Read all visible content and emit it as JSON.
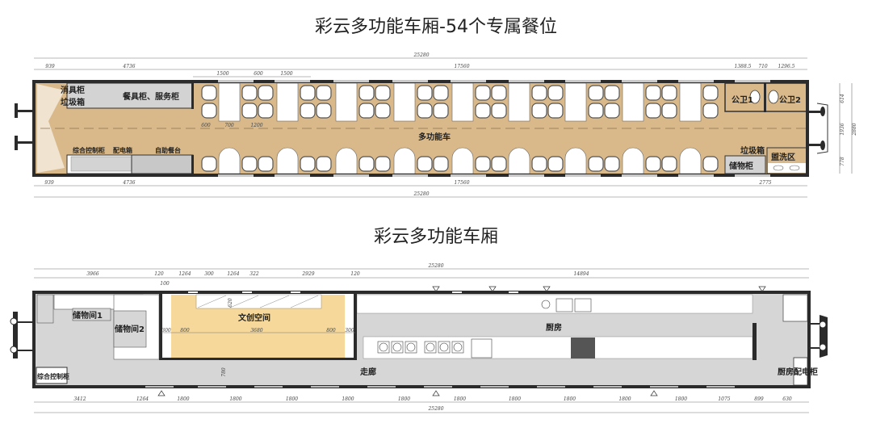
{
  "top_plan": {
    "title": "彩云多功能车厢-54个专属餐位",
    "labels": {
      "cleaning_cabinet": "消具柜",
      "trash_bin_left": "垃圾箱",
      "tableware_cabinet": "餐具柜、服务柜",
      "control_cabinet": "综合控制柜",
      "power_box": "配电箱",
      "buffet_counter": "自助餐台",
      "multi_function_car": "多功能车",
      "toilet_1": "公卫1",
      "toilet_2": "公卫2",
      "trash_bin_right": "垃圾箱",
      "washroom": "盥洗区",
      "storage_cabinet": "储物柜"
    },
    "dims": {
      "total_top": "25280",
      "d939": "939",
      "d4736": "4736",
      "d17560": "17560",
      "d1388": "1388.5",
      "d710": "710",
      "d1296": "1296.5",
      "d1500a": "1500",
      "d600": "600",
      "d1500b": "1500",
      "d600b": "600",
      "d700": "700",
      "d1200": "1200",
      "b939": "939",
      "b4736": "4736",
      "b17560": "17560",
      "b2775": "2775",
      "total_bottom": "25280",
      "r614": "614",
      "r1936": "1936",
      "r778": "778",
      "r2880": "2880"
    },
    "seating_tables": 9
  },
  "bottom_plan": {
    "title": "彩云多功能车厢",
    "labels": {
      "storage_1": "储物间1",
      "storage_2": "储物间2",
      "creative_space": "文创空间",
      "kitchen": "厨房",
      "corridor": "走廊",
      "control_cabinet": "综合控制柜",
      "kitchen_power_cabinet": "厨房配电柜"
    },
    "dims_top": {
      "total": "25280",
      "d3966": "3966",
      "d120a": "120",
      "d100": "100",
      "d1264a": "1264",
      "d300": "300",
      "d1264b": "1264",
      "d322": "322",
      "d2929": "2929",
      "d120b": "120",
      "d14894": "14894"
    },
    "dims_inner": {
      "d300a": "300",
      "d800a": "800",
      "d3680": "3680",
      "d800b": "800",
      "d300b": "300",
      "d620": "620",
      "d780": "780"
    },
    "dims_bottom": [
      "3412",
      "1264",
      "1800",
      "1800",
      "1800",
      "1800",
      "1800",
      "1800",
      "1800",
      "1800",
      "1800",
      "1800",
      "1075",
      "899",
      "630"
    ],
    "total_bottom": "25280"
  },
  "colors": {
    "floor": "#d9b98a",
    "creative": "#f6d99a",
    "gray": "#d6d6d6",
    "wall": "#2b2b2b"
  }
}
